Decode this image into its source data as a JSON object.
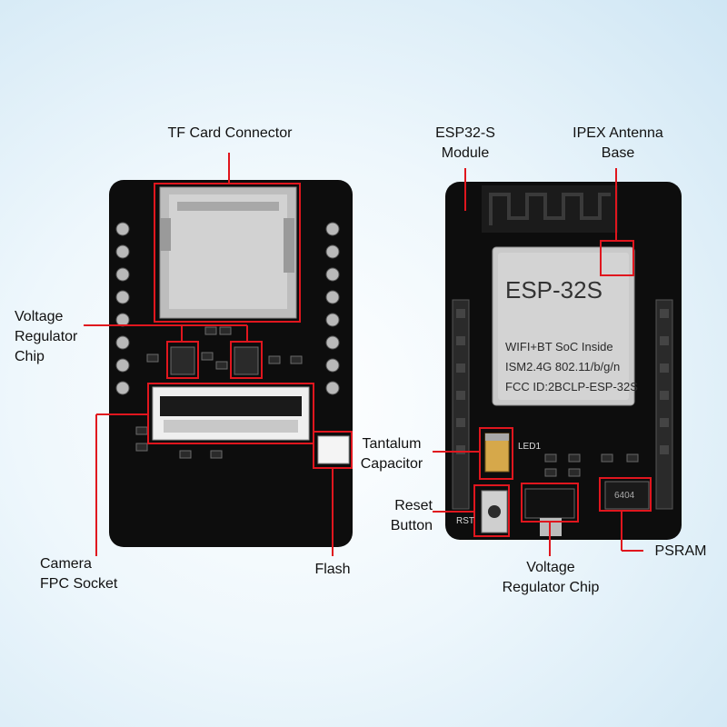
{
  "colors": {
    "background": "#dcedf7",
    "callout": "#e0161e",
    "pcb": "#0d0d0d",
    "shield": "#c9c9c9"
  },
  "labels": {
    "tf_card_connector": "TF Card Connector",
    "voltage_regulator_left": [
      "Voltage",
      "Regulator",
      "Chip"
    ],
    "camera_fpc_socket": [
      "Camera",
      "FPC Socket"
    ],
    "flash": "Flash",
    "esp32s_module": [
      "ESP32-S",
      "Module"
    ],
    "ipex_antenna_base": [
      "IPEX Antenna",
      "Base"
    ],
    "tantalum_capacitor": [
      "Tantalum",
      "Capacitor"
    ],
    "reset_button": [
      "Reset",
      "Button"
    ],
    "voltage_regulator_right": [
      "Voltage",
      "Regulator Chip"
    ],
    "psram": "PSRAM"
  },
  "module_shield": {
    "title": "ESP-32S",
    "line1": "WIFI+BT SoC Inside",
    "line2": "ISM2.4G 802.11/b/g/n",
    "line3": "FCC ID:2BCLP-ESP-32S"
  },
  "board_silk": {
    "led": "LED1",
    "rst": "RST",
    "psram_chip": "6404"
  }
}
